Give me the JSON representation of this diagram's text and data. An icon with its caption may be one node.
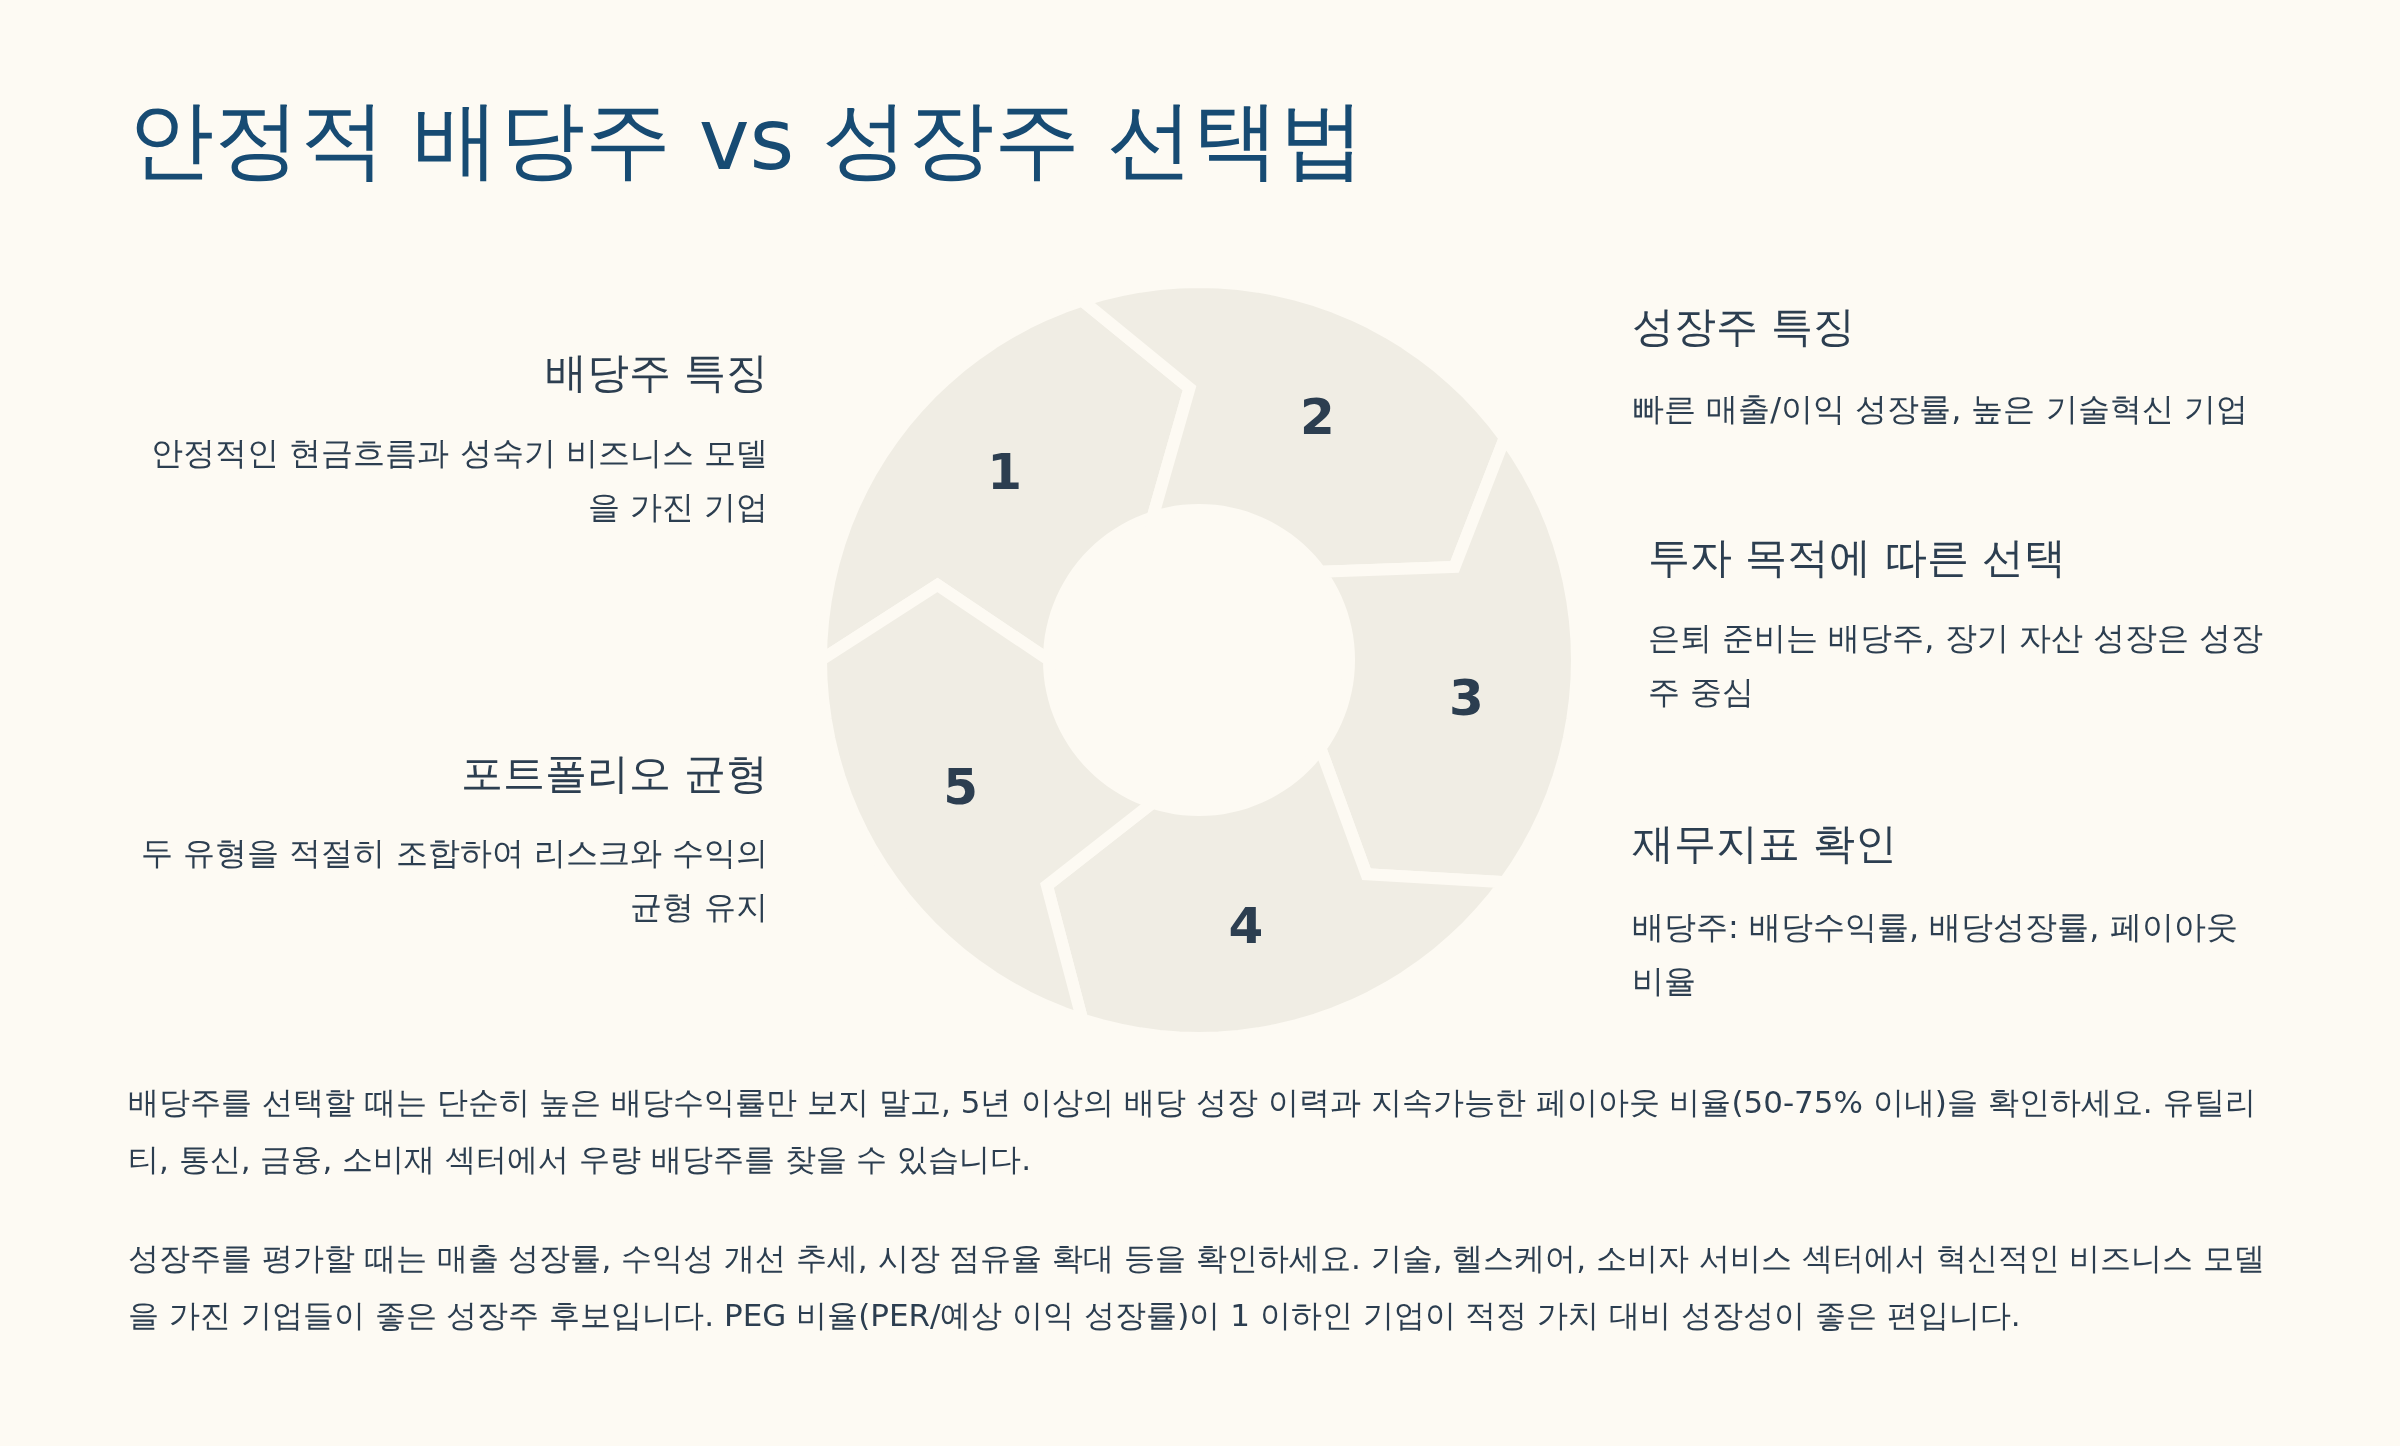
{
  "diagram": {
    "title": "안정적 배당주 vs 성장주 선택법",
    "nodes": [
      {
        "text": [
          "1"
        ],
        "beside": [
          "배당주 특징",
          "안정적인 현금흐름과 성숙기 비즈니스 모델을 가진 기업"
        ]
      },
      {
        "text": [
          "2"
        ],
        "beside": [
          "성장주 특징",
          "빠른 매출/이익 성장률, 높은 기술혁신 기업"
        ]
      },
      {
        "text": [
          "3"
        ],
        "beside": [
          "투자 목적에 따른 선택",
          "은퇴 준비는 배당주, 장기 자산 성장은 성장주 중심"
        ]
      },
      {
        "text": [
          "4"
        ],
        "beside": [
          "재무지표 확인",
          "배당주: 배당수익률, 배당성장률, 페이아웃 비율"
        ]
      },
      {
        "text": [
          "5"
        ],
        "beside": [
          "포트폴리오 균형",
          "두 유형을 적절히 조합하여 리스크와 수익의 균형 유지"
        ]
      }
    ],
    "labels": [
      "배당주를 선택할 때는 단순히 높은 배당수익률만 보지 말고, 5년 이상의 배당 성장 이력과 지속가능한 페이아웃 비율(50-75% 이내)을 확인하세요. 유틸리티, 통신, 금융, 소비재 섹터에서 우량 배당주를 찾을 수 있습니다.",
      "성장주를 평가할 때는 매출 성장률, 수익성 개선 추세, 시장 점유율 확대 등을 확인하세요. 기술, 헬스케어, 소비자 서비스 섹터에서 혁신적인 비즈니스 모델을 가진 기업들이 좋은 성장주 후보입니다. PEG 비율(PER/예상 이익 성장률)이 1 이하인 기업이 적정 가치 대비 성장성이 좋은 편입니다."
    ]
  }
}
